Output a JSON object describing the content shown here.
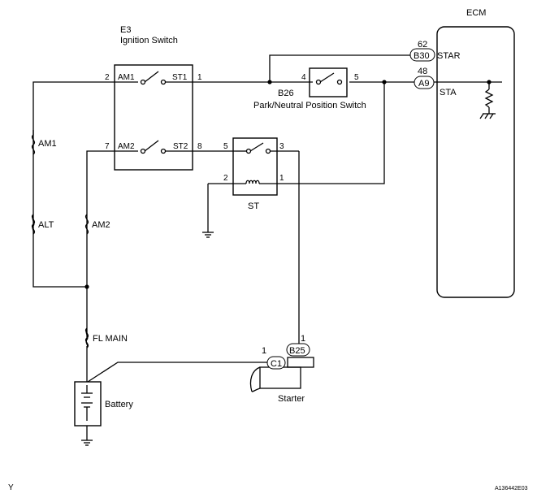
{
  "ecm": {
    "label": "ECM"
  },
  "ignition_switch": {
    "code": "E3",
    "name": "Ignition Switch",
    "pins": {
      "am1_num": "2",
      "am1": "AM1",
      "st1": "ST1",
      "st1_num": "1",
      "am2_num": "7",
      "am2": "AM2",
      "st2": "ST2",
      "st2_num": "8"
    }
  },
  "pnp_switch": {
    "code": "B26",
    "name": "Park/Neutral Position Switch",
    "pin_a": "4",
    "pin_b": "5"
  },
  "st_relay": {
    "name": "ST",
    "pin5": "5",
    "pin3": "3",
    "pin2": "2",
    "pin1": "1"
  },
  "ecm_connectors": {
    "star": {
      "pin": "62",
      "connector": "B30",
      "signal": "STAR"
    },
    "sta": {
      "pin": "48",
      "connector": "A9",
      "signal": "STA"
    }
  },
  "fuses": {
    "am1": "AM1",
    "alt": "ALT",
    "am2": "AM2",
    "fl_main": "FL MAIN"
  },
  "starter": {
    "name": "Starter",
    "c1_pin": "1",
    "c1": "C1",
    "b25_pin": "1",
    "b25": "B25"
  },
  "battery": {
    "name": "Battery"
  },
  "corner_left": "Y",
  "corner_right": "A136442E03"
}
